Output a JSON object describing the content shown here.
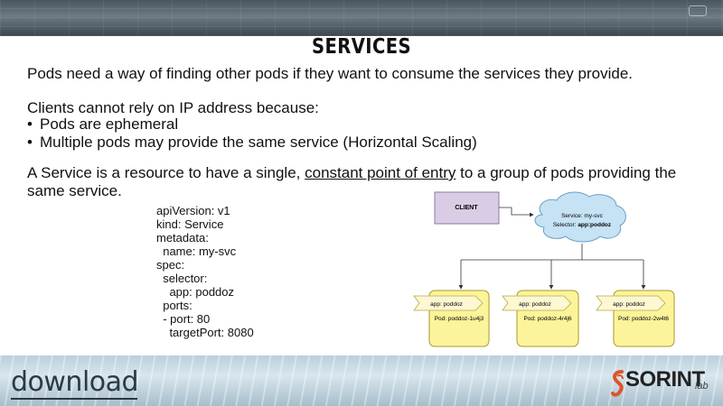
{
  "slide": {
    "title": "SERVICES",
    "paragraph1": "Pods need a way of finding other pods if they want to consume the services they provide.",
    "paragraph2": "Clients cannot rely on IP address because:",
    "bullets": [
      "Pods are ephemeral",
      "Multiple pods may provide the same service (Horizontal Scaling)"
    ],
    "paragraph3_before": "A Service is a resource to have a single, ",
    "paragraph3_underlined": "constant point of entry",
    "paragraph3_after": " to a group of pods providing the same service.",
    "yaml": "apiVersion: v1\nkind: Service\nmetadata:\n  name: my-svc\nspec:\n  selector:\n    app: poddoz\n  ports:\n  - port: 80\n    targetPort: 8080"
  },
  "diagram": {
    "client_label": "CLIENT",
    "service_line1": "Service: my-svc",
    "service_line2_prefix": "Selector: ",
    "service_line2_bold": "app:poddoz",
    "pods": [
      {
        "tag": "app: poddoz",
        "name": "Pod: poddoz-1u4j3"
      },
      {
        "tag": "app: poddoz",
        "name": "Pod: poddoz-4r4j6"
      },
      {
        "tag": "app: poddoz",
        "name": "Pod: poddoz-2w4t6"
      }
    ],
    "colors": {
      "client_fill": "#d9cde6",
      "service_fill": "#c6e2f5",
      "pod_fill": "#fbf49a",
      "tag_fill": "#fdf7d2"
    }
  },
  "footer": {
    "download": "download",
    "brand": "SORINT",
    "brand_suffix": "lab"
  }
}
